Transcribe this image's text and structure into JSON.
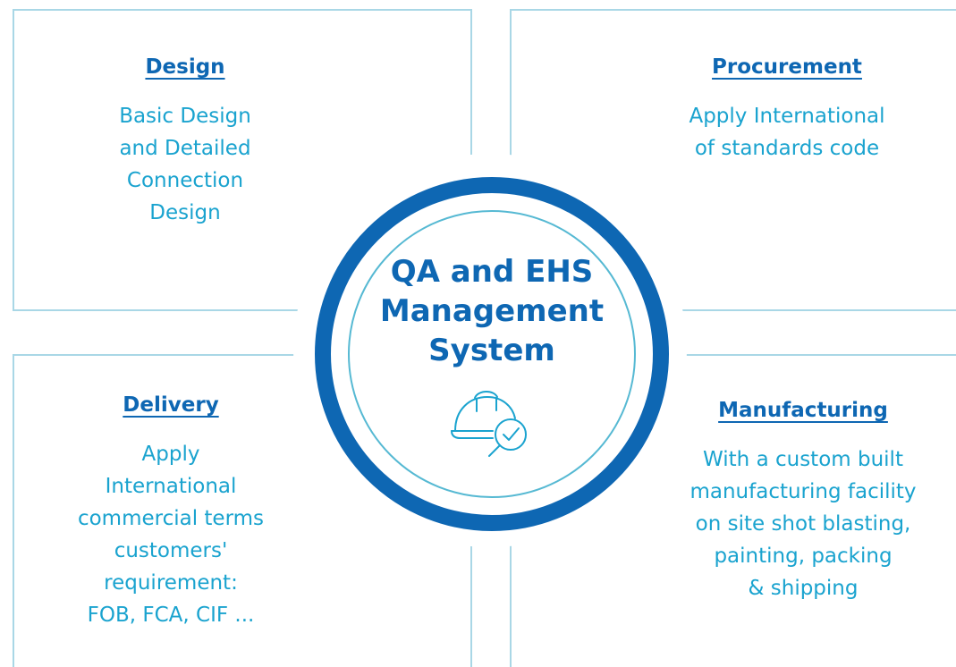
{
  "center": {
    "title_lines": [
      "QA and EHS",
      "Management",
      "System"
    ],
    "icon": "helmet-checkmark-magnifier-icon"
  },
  "quadrants": {
    "design": {
      "heading": "Design",
      "lines": [
        "Basic Design",
        "and Detailed",
        "Connection",
        "Design"
      ]
    },
    "procurement": {
      "heading": "Procurement",
      "lines": [
        "Apply International",
        "of standards code"
      ]
    },
    "delivery": {
      "heading": "Delivery",
      "lines": [
        "Apply",
        "International",
        "commercial terms",
        "customers'",
        "requirement:",
        "FOB, FCA, CIF ..."
      ]
    },
    "manufacturing": {
      "heading": "Manufacturing",
      "lines": [
        "With a custom built",
        "manufacturing facility",
        "on site shot blasting,",
        "painting, packing",
        "& shipping"
      ]
    }
  },
  "colors": {
    "primary": "#0e67b3",
    "accent": "#1aa3cf",
    "border": "#a9d7e6"
  }
}
